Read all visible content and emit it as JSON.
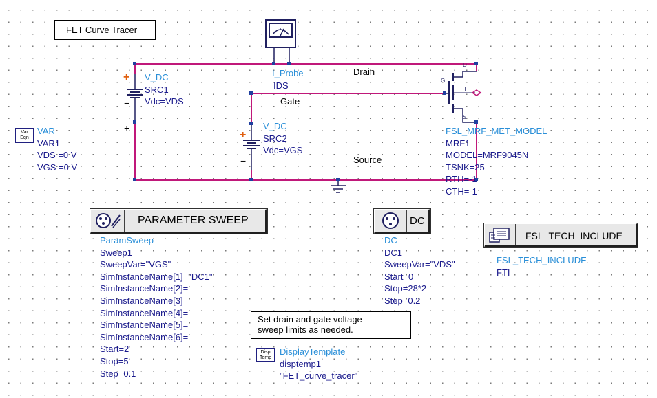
{
  "title_box": "FET Curve Tracer",
  "nodes": {
    "drain": "Drain",
    "gate": "Gate",
    "source": "Source"
  },
  "src1": {
    "type": "V_DC",
    "name": "SRC1",
    "param": "Vdc=VDS",
    "plus": "+",
    "minus": "−",
    "extra_plus": "+"
  },
  "src2": {
    "type": "V_DC",
    "name": "SRC2",
    "param": "Vdc=VGS",
    "plus": "+",
    "minus": "−"
  },
  "probe": {
    "type": "I_Probe",
    "name": "IDS"
  },
  "var": {
    "icon_line1": "Var",
    "icon_line2": "Eqn",
    "type": "VAR",
    "name": "VAR1",
    "lines": [
      "VDS =0 V",
      "VGS =0 V"
    ]
  },
  "fet": {
    "pin_d": "D",
    "pin_g": "G",
    "pin_t": "T",
    "pin_s": "S",
    "type": "FSL_MRF_MET_MODEL",
    "name": "MRF1",
    "lines": [
      "MODEL=MRF9045N",
      "TSNK=25",
      "RTH=-1",
      "CTH=-1"
    ]
  },
  "param_sweep": {
    "button_label": "PARAMETER SWEEP",
    "type": "ParamSweep",
    "name": "Sweep1",
    "lines": [
      "SweepVar=\"VGS\"",
      "SimInstanceName[1]=\"DC1\"",
      "SimInstanceName[2]=",
      "SimInstanceName[3]=",
      "SimInstanceName[4]=",
      "SimInstanceName[5]=",
      "SimInstanceName[6]=",
      "Start=2",
      "Stop=5",
      "Step=0.1"
    ]
  },
  "dc": {
    "button_label": "DC",
    "type": "DC",
    "name": "DC1",
    "lines": [
      "SweepVar=\"VDS\"",
      "Start=0",
      "Stop=28*2",
      "Step=0.2"
    ]
  },
  "tech_include": {
    "button_label": "FSL_TECH_INCLUDE",
    "type": "FSL_TECH_INCLUDE",
    "name": "FTI"
  },
  "note": {
    "line1": "Set drain and gate voltage",
    "line2": "sweep limits as needed."
  },
  "display_template": {
    "icon_line1": "Disp",
    "icon_line2": "Temp",
    "type": "DisplayTemplate",
    "name": "disptemp1",
    "value": "\"FET_curve_tracer\""
  },
  "colors": {
    "wire": "#c0187a",
    "label": "#1a1a8c",
    "type_label": "#2a8fd8",
    "plus_mark": "#e06010"
  }
}
